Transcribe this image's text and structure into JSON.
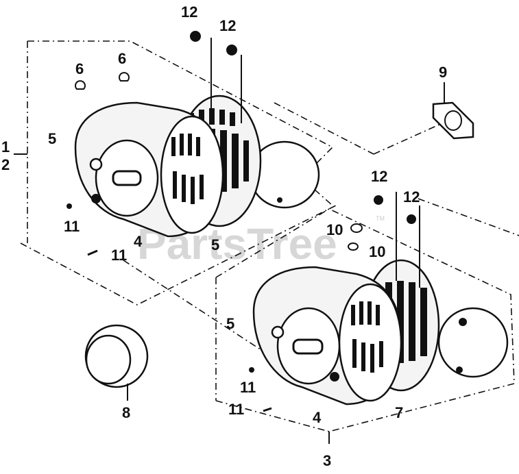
{
  "watermark": {
    "text": "PartsTree",
    "trademark": "TM"
  },
  "callouts": {
    "c1": "1",
    "c2": "2",
    "c3": "3",
    "c4a": "4",
    "c4b": "4",
    "c5a": "5",
    "c5b": "5",
    "c5c": "5",
    "c6a": "6",
    "c6b": "6",
    "c7": "7",
    "c8": "8",
    "c9": "9",
    "c10a": "10",
    "c10b": "10",
    "c11a": "11",
    "c11b": "11",
    "c11c": "11",
    "c11d": "11",
    "c12a": "12",
    "c12b": "12",
    "c12c": "12",
    "c12d": "12"
  }
}
